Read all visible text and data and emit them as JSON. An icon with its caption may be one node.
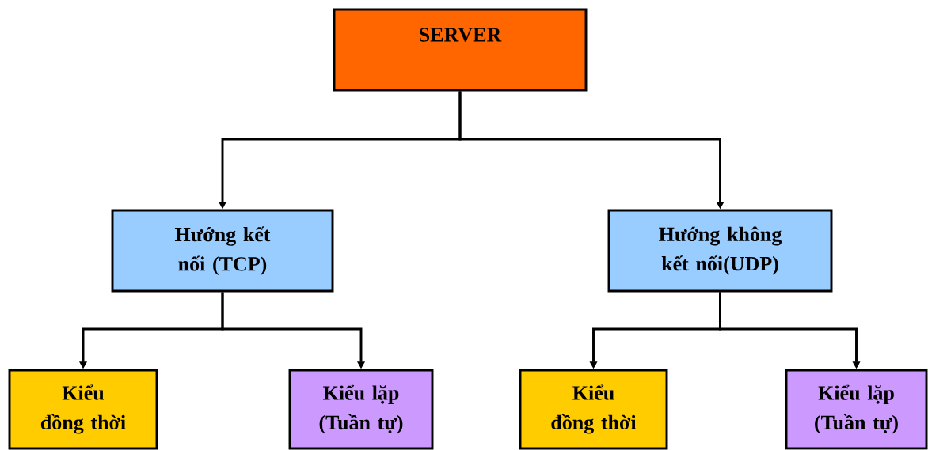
{
  "diagram": {
    "nodes": [
      {
        "text": [
          "SERVER"
        ]
      },
      {
        "text": [
          "Hướng kết nối (TCP)"
        ]
      },
      {
        "text": [
          "Hướng không kết nối(UDP)"
        ]
      },
      {
        "text": [
          "Kiểu đồng thời"
        ]
      },
      {
        "text": [
          "Kiểu lặp (Tuần tự)"
        ]
      },
      {
        "text": [
          "Kiểu đồng thời"
        ]
      },
      {
        "text": [
          "Kiểu lặp (Tuần tự)"
        ]
      }
    ],
    "edges": [
      {
        "from": 0,
        "to": 1,
        "arrow": "to"
      },
      {
        "from": 0,
        "to": 2,
        "arrow": "to"
      },
      {
        "from": 1,
        "to": 3,
        "arrow": "to"
      },
      {
        "from": 1,
        "to": 4,
        "arrow": "to"
      },
      {
        "from": 2,
        "to": 5,
        "arrow": "to"
      },
      {
        "from": 2,
        "to": 6,
        "arrow": "to"
      }
    ]
  }
}
